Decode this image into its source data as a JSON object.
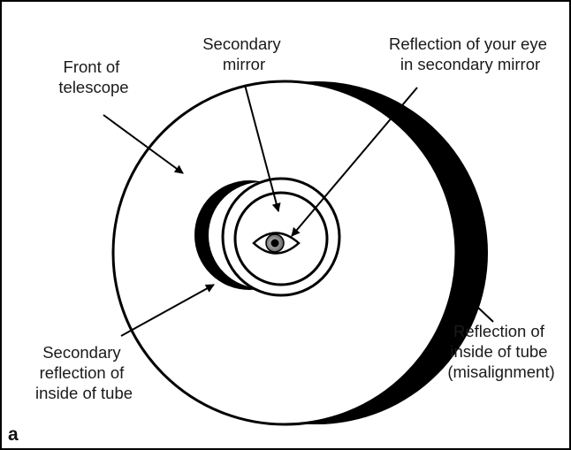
{
  "panel_letter": "a",
  "labels": {
    "front": [
      "Front of",
      "telescope"
    ],
    "secondary_mirror": [
      "Secondary",
      "mirror"
    ],
    "eye_reflection": [
      "Reflection of your eye",
      "in secondary mirror"
    ],
    "secondary_reflection": [
      "Secondary",
      "reflection of",
      "inside of tube"
    ],
    "tube_reflection": [
      "Reflection of",
      "inside of tube",
      "(misalignment)"
    ]
  },
  "colors": {
    "ink": "#000000",
    "paper": "#ffffff",
    "text": "#1a1a1a"
  }
}
